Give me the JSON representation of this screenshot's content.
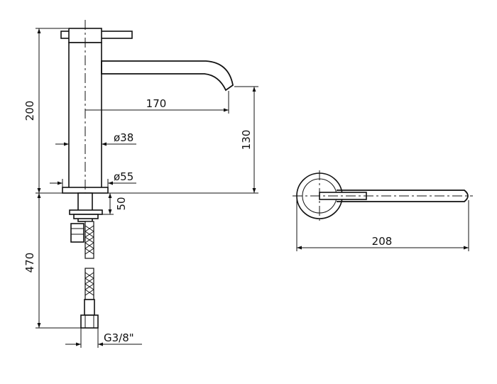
{
  "drawing": {
    "dimensions": {
      "overall_height": "200",
      "spout_reach": "170",
      "body_diameter": "ø38",
      "base_diameter": "ø55",
      "spout_height": "130",
      "deck_thickness": "50",
      "hose_length": "470",
      "thread": "G3/8\"",
      "top_view_length": "208"
    }
  }
}
